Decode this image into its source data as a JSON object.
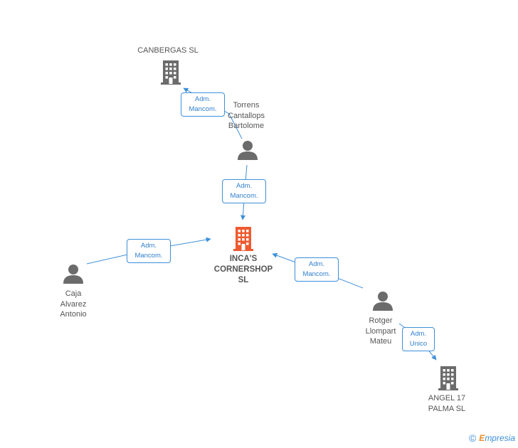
{
  "colors": {
    "edge": "#3d8fd9",
    "icon_gray": "#6b6b6b",
    "icon_main": "#ee5a30",
    "label_text": "#555555"
  },
  "nodes": {
    "canbergas": {
      "label": "CANBERGAS SL",
      "type": "company"
    },
    "torrens": {
      "label": "Torrens\nCantallops\nBartolome",
      "type": "person"
    },
    "incas": {
      "label": "INCA'S\nCORNERSHOP\nSL",
      "type": "company-main"
    },
    "caja": {
      "label": "Caja\nAlvarez\nAntonio",
      "type": "person"
    },
    "rotger": {
      "label": "Rotger\nLlompart\nMateu",
      "type": "person"
    },
    "angel": {
      "label": "ANGEL 17\nPALMA SL",
      "type": "company"
    }
  },
  "edges": {
    "torrens_canbergas": "Adm.\nMancom.",
    "torrens_incas": "Adm.\nMancom.",
    "caja_incas": "Adm.\nMancom.",
    "rotger_incas": "Adm.\nMancom.",
    "rotger_angel": "Adm.\nUnico"
  },
  "footer": {
    "copyright_symbol": "©",
    "brand_first": "E",
    "brand_rest": "mpresia"
  }
}
